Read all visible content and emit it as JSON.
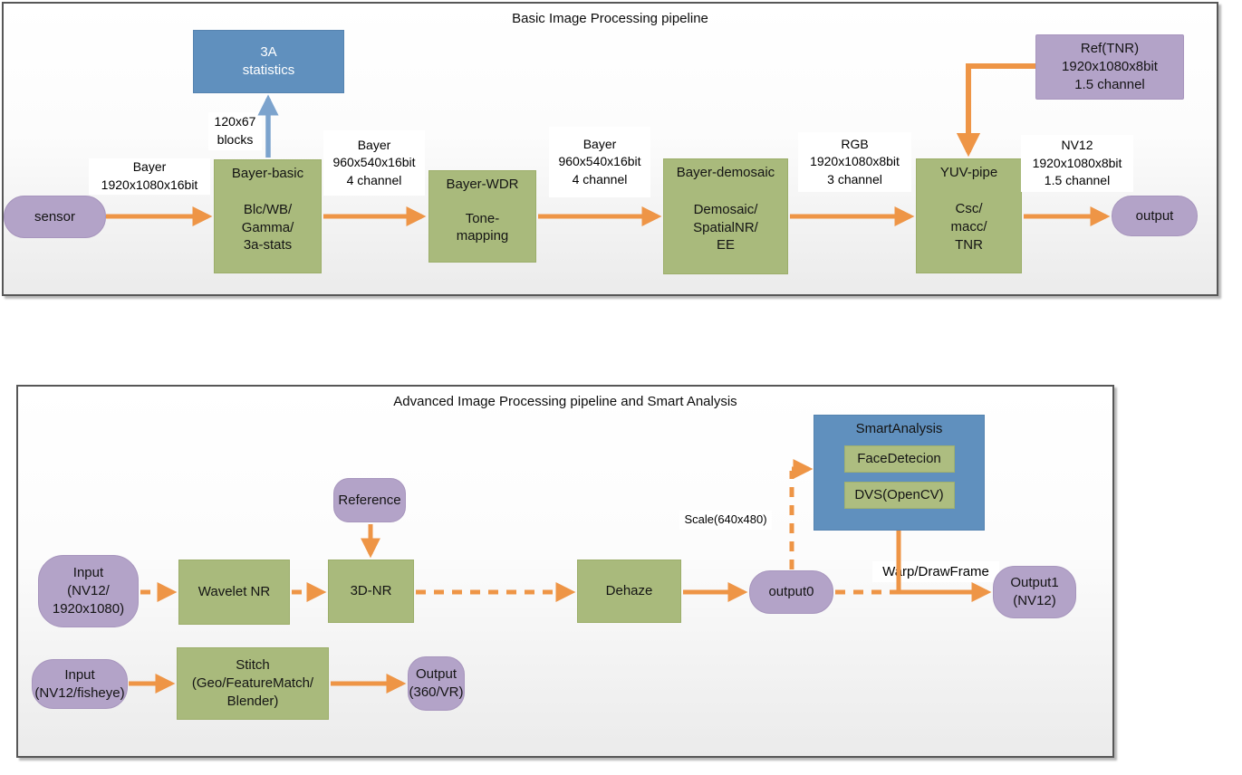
{
  "colors": {
    "process_green": "#a9ba7c",
    "io_purple": "#b3a3c8",
    "analysis_blue": "#6090be",
    "arrow_orange": "#ee9546",
    "arrow_blue": "#7ca3cd",
    "panel_border": "#575757"
  },
  "basic": {
    "title": "Basic Image Processing pipeline",
    "sensor": "sensor",
    "stats_3a": "3A\nstatistics",
    "label_sensor_out": "Bayer\n1920x1080x16bit",
    "label_blocks": "120x67\nblocks",
    "bayer_basic_header": "Bayer-basic",
    "bayer_basic_body": "Blc/WB/\nGamma/\n3a-stats",
    "label_basic_out": "Bayer\n960x540x16bit\n4 channel",
    "bayer_wdr_header": "Bayer-WDR",
    "bayer_wdr_body": "Tone-\nmapping",
    "label_wdr_out": "Bayer\n960x540x16bit\n4 channel",
    "bayer_demosaic_header": "Bayer-demosaic",
    "bayer_demosaic_body": "Demosaic/\nSpatialNR/\nEE",
    "label_demosaic_out": "RGB\n1920x1080x8bit\n3 channel",
    "yuv_pipe_header": "YUV-pipe",
    "yuv_pipe_body": "Csc/\nmacc/\nTNR",
    "ref_tnr": "Ref(TNR)\n1920x1080x8bit\n1.5 channel",
    "label_yuv_out": "NV12\n1920x1080x8bit\n1.5 channel",
    "output": "output"
  },
  "advanced": {
    "title": "Advanced Image Processing pipeline and Smart Analysis",
    "input_main": "Input\n(NV12/\n1920x1080)",
    "wavelet_nr": "Wavelet NR",
    "nr_3d": "3D-NR",
    "reference": "Reference",
    "dehaze": "Dehaze",
    "output0": "output0",
    "label_scale": "Scale(640x480)",
    "smart_header": "SmartAnalysis",
    "smart_face": "FaceDetecion",
    "smart_dvs": "DVS(OpenCV)",
    "label_warp": "Warp/DrawFrame",
    "output1": "Output1\n(NV12)",
    "input_fisheye": "Input\n(NV12/fisheye)",
    "stitch": "Stitch\n(Geo/FeatureMatch/\nBlender)",
    "output_vr": "Output\n(360/VR)"
  }
}
